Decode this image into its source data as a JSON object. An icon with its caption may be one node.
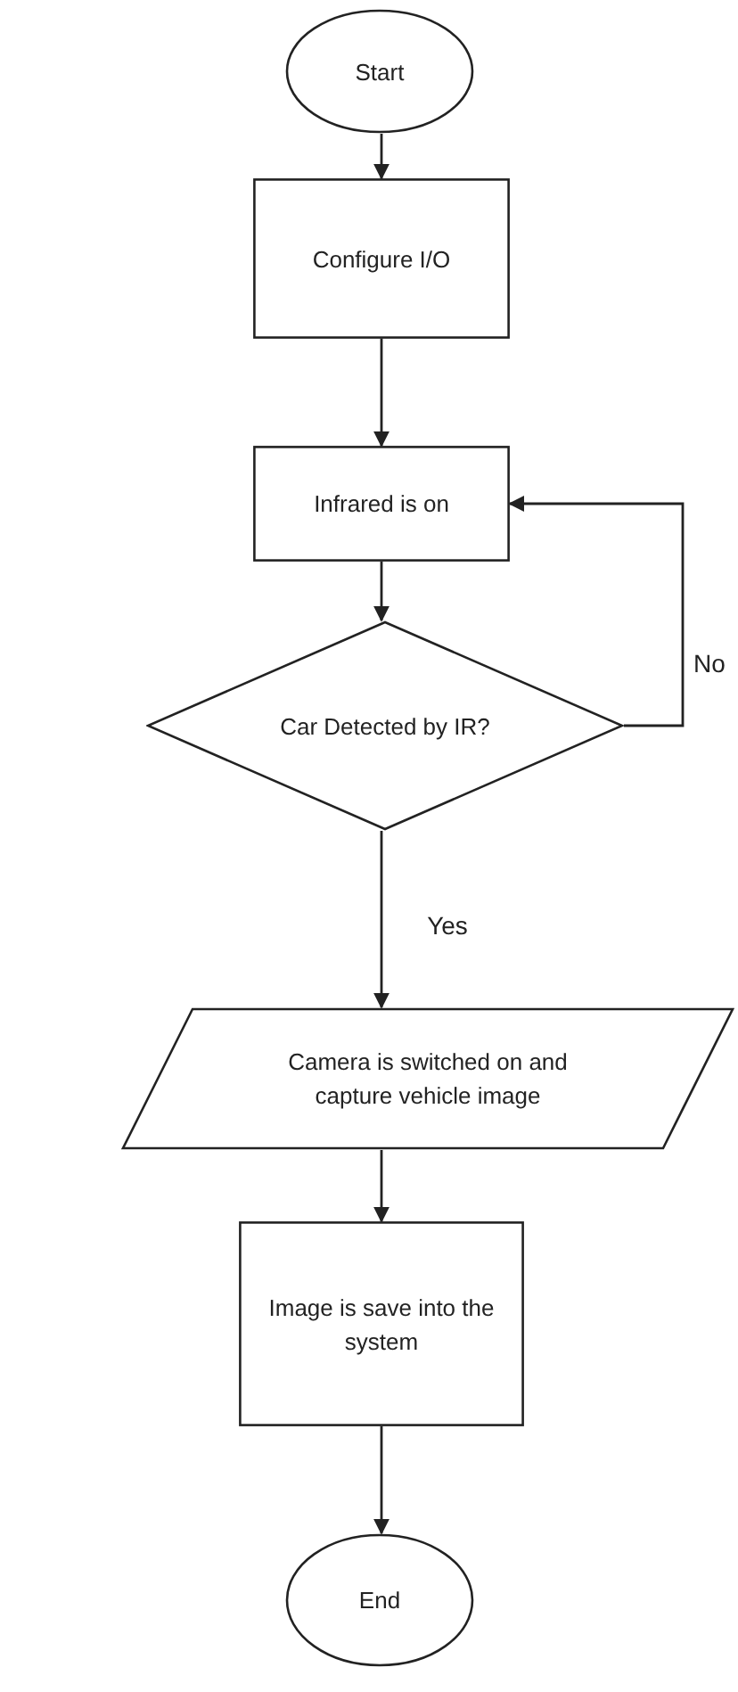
{
  "diagram": {
    "nodes": [
      {
        "text": [
          "Start"
        ]
      },
      {
        "text": [
          "Configure I/O"
        ]
      },
      {
        "text": [
          "Infrared is on"
        ]
      },
      {
        "text": [
          "Car Detected by IR?"
        ]
      },
      {
        "text": [
          "Camera is switched on and capture vehicle image"
        ]
      },
      {
        "text": [
          "Image is save into the system"
        ]
      },
      {
        "text": [
          "End"
        ]
      }
    ],
    "edges": [
      {
        "from": 0,
        "to": 1,
        "arrow": "to"
      },
      {
        "from": 1,
        "to": 2,
        "arrow": "to"
      },
      {
        "from": 2,
        "to": 3,
        "arrow": "to"
      },
      {
        "from": 3,
        "to": 2,
        "arrow": "to",
        "label": "No"
      },
      {
        "from": 3,
        "to": 4,
        "arrow": "to",
        "label": "Yes"
      },
      {
        "from": 4,
        "to": 5,
        "arrow": "to"
      },
      {
        "from": 5,
        "to": 6,
        "arrow": "to"
      }
    ]
  }
}
